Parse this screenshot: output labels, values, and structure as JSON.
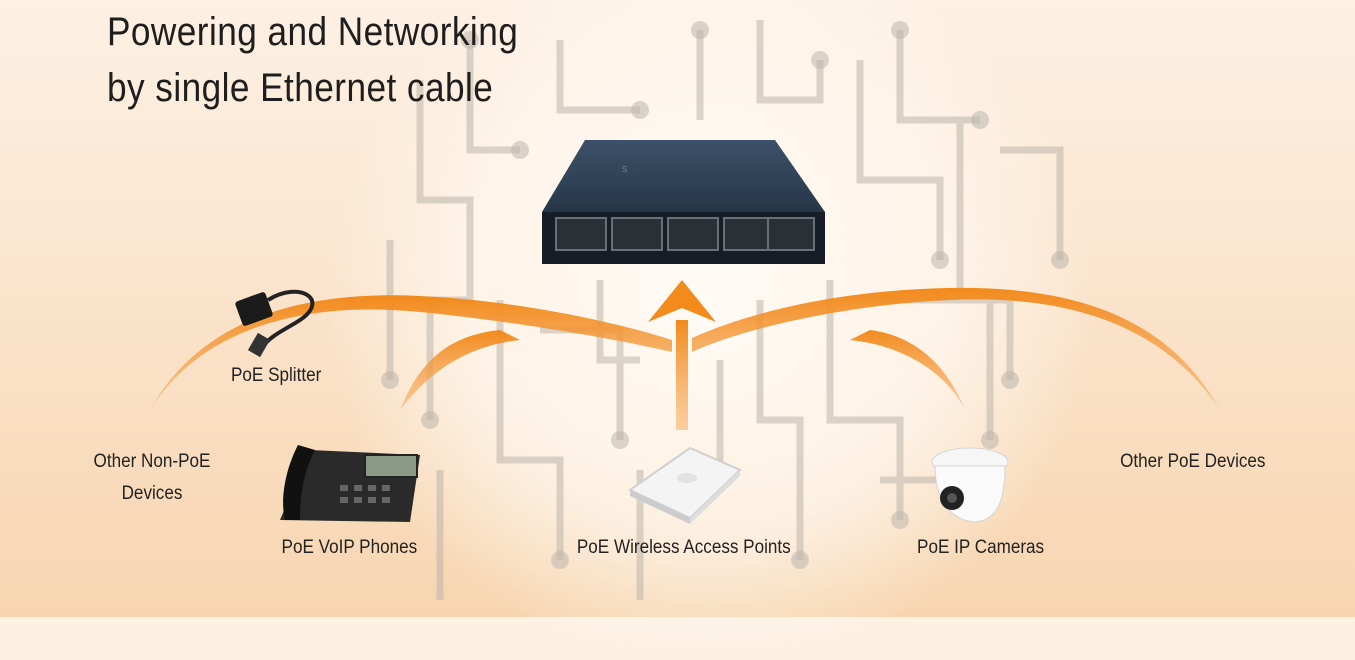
{
  "title": {
    "line1": "Powering and Networking",
    "line2": "by single Ethernet cable"
  },
  "labels": {
    "splitter": "PoE Splitter",
    "non_poe_line1": "Other Non-PoE",
    "non_poe_line2": "Devices",
    "voip": "PoE VoIP Phones",
    "wap": "PoE Wireless Access Points",
    "cameras": "PoE IP Cameras",
    "other_poe": "Other PoE Devices"
  },
  "colors": {
    "arrow": "#f28a1c",
    "switch_body": "#2c3e52",
    "circuit": "#b8b2aa"
  },
  "icons": [
    "poe-switch",
    "poe-splitter",
    "voip-phone",
    "wireless-access-point",
    "ip-camera",
    "circuit-board-background"
  ]
}
